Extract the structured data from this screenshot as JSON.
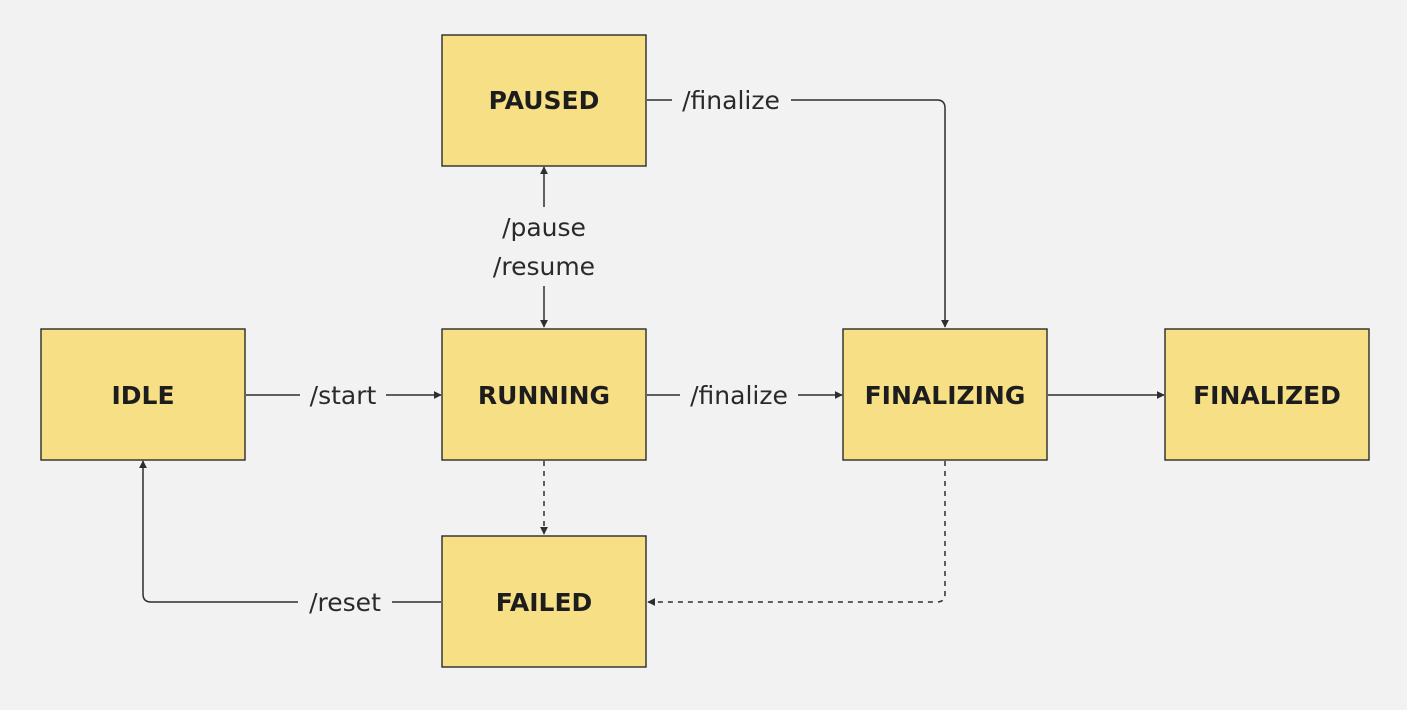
{
  "diagram": {
    "type": "state-machine",
    "colors": {
      "background": "#f2f2f2",
      "node_fill": "#f7df86",
      "node_stroke": "#2b2b2b",
      "edge_stroke": "#2e2e2e"
    },
    "nodes": {
      "paused": "PAUSED",
      "idle": "IDLE",
      "running": "RUNNING",
      "finalizing": "FINALIZING",
      "finalized": "FINALIZED",
      "failed": "FAILED"
    },
    "edges": [
      {
        "from": "IDLE",
        "to": "RUNNING",
        "label": "/start",
        "style": "solid"
      },
      {
        "from": "RUNNING",
        "to": "PAUSED",
        "label": "/pause",
        "style": "solid"
      },
      {
        "from": "PAUSED",
        "to": "RUNNING",
        "label": "/resume",
        "style": "solid"
      },
      {
        "from": "RUNNING",
        "to": "FINALIZING",
        "label": "/finalize",
        "style": "solid"
      },
      {
        "from": "PAUSED",
        "to": "FINALIZING",
        "label": "/finalize",
        "style": "solid"
      },
      {
        "from": "FINALIZING",
        "to": "FINALIZED",
        "label": "",
        "style": "solid"
      },
      {
        "from": "RUNNING",
        "to": "FAILED",
        "label": "",
        "style": "dashed"
      },
      {
        "from": "FINALIZING",
        "to": "FAILED",
        "label": "",
        "style": "dashed"
      },
      {
        "from": "FAILED",
        "to": "IDLE",
        "label": "/reset",
        "style": "solid"
      }
    ]
  }
}
